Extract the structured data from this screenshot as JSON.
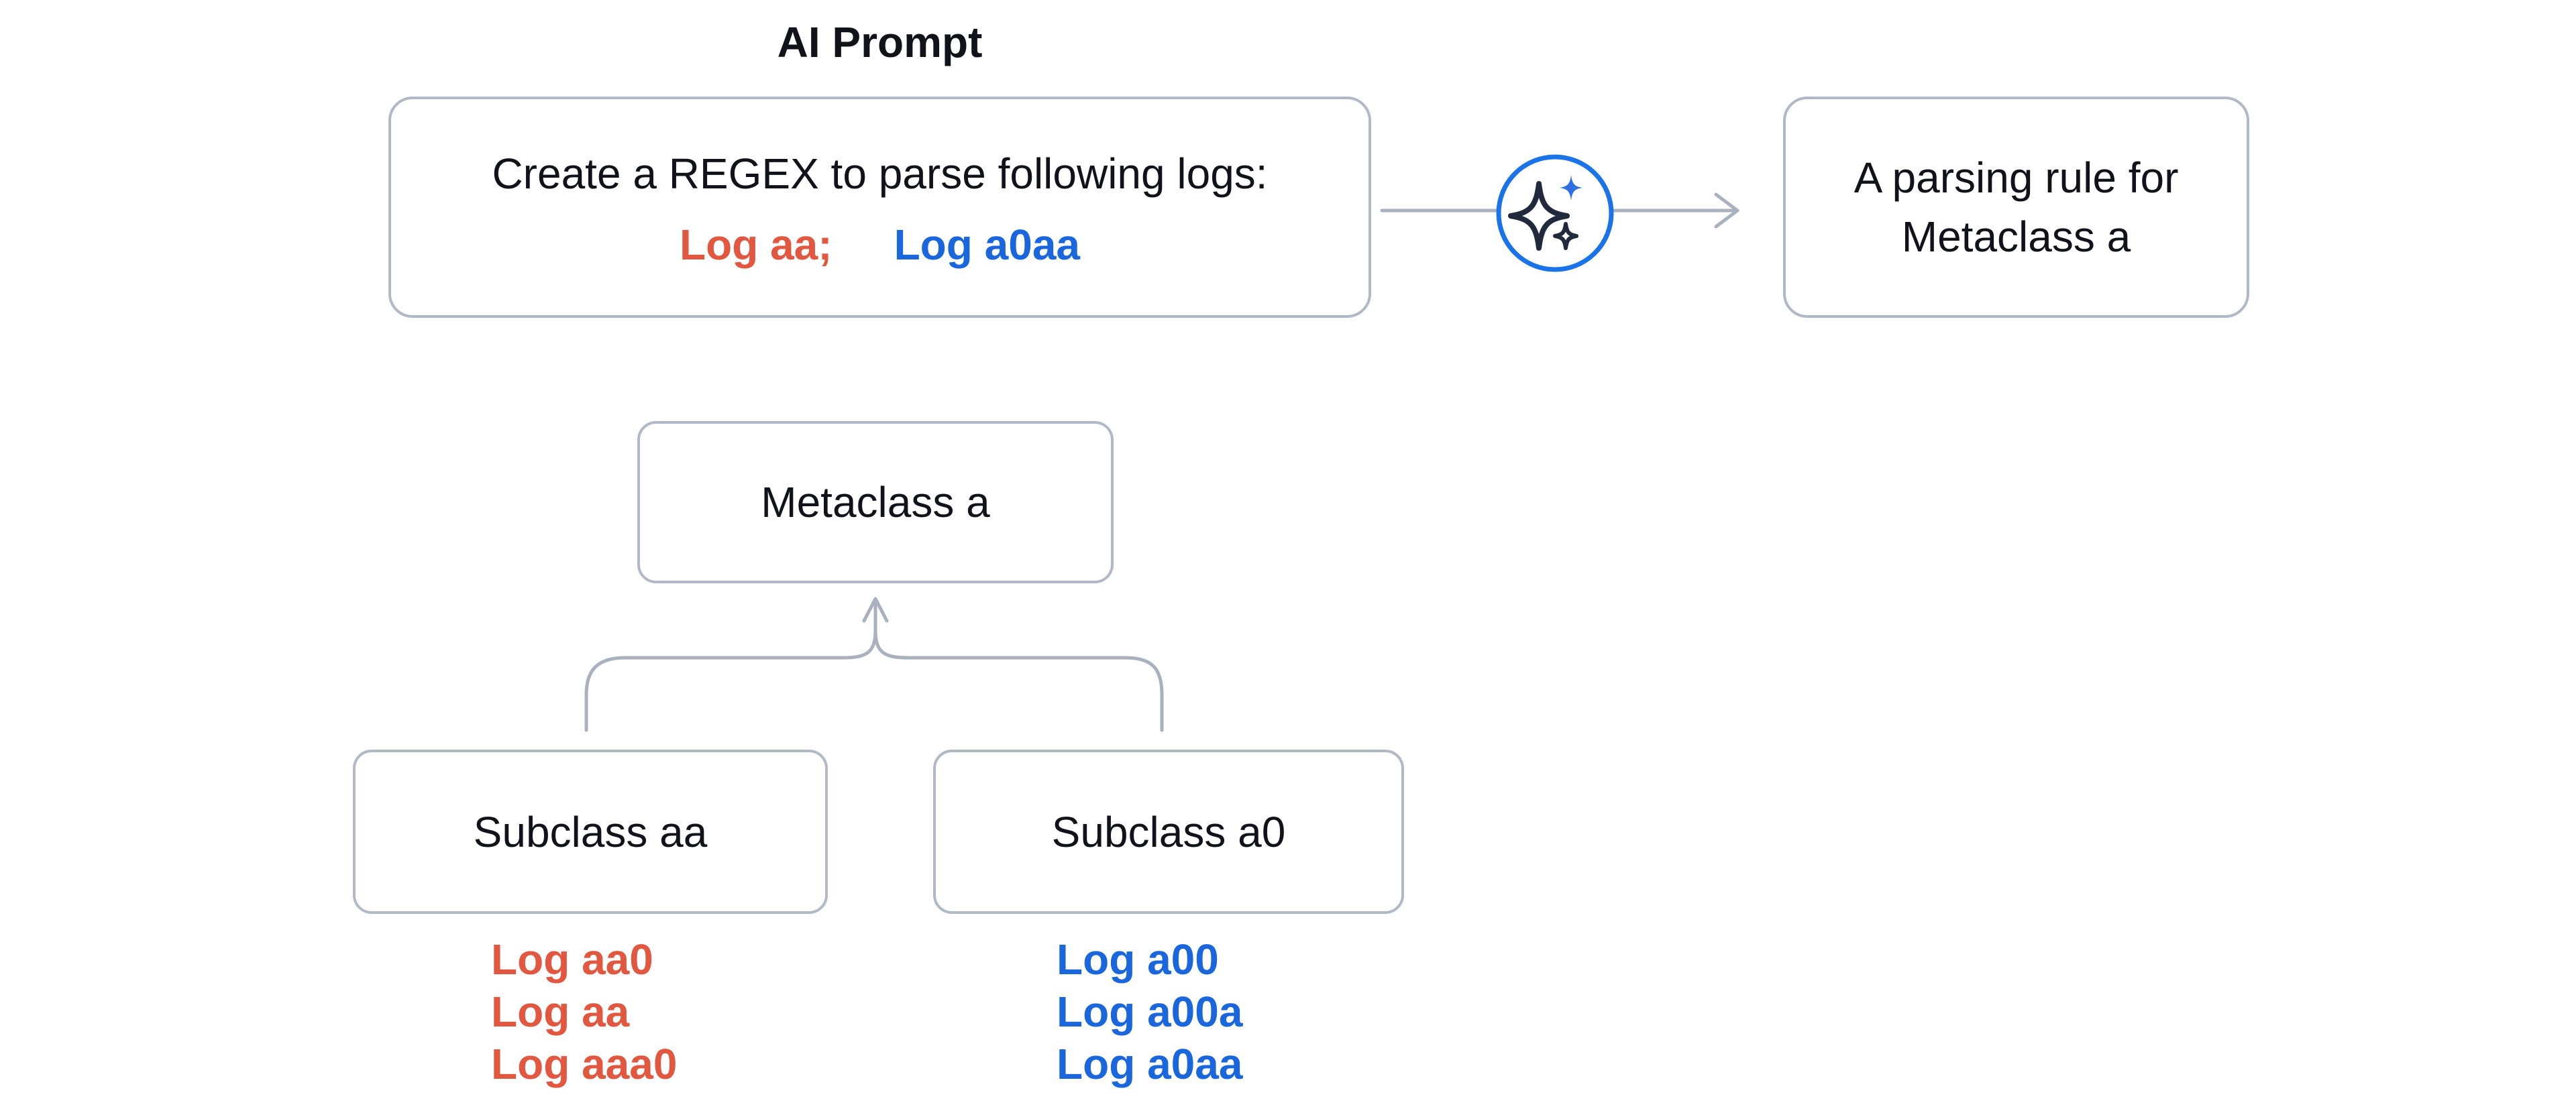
{
  "title": "AI Prompt",
  "prompt_box": {
    "instruction": "Create a REGEX to parse following logs:",
    "log_red": "Log aa;",
    "log_blue": "Log a0aa"
  },
  "result_box": {
    "line1": "A parsing rule for",
    "line2": "Metaclass a"
  },
  "tree": {
    "metaclass": {
      "label": "Metaclass a"
    },
    "subclasses": [
      {
        "label": "Subclass aa",
        "logs": [
          "Log aa0",
          "Log aa",
          "Log aaa0"
        ]
      },
      {
        "label": "Subclass a0",
        "logs": [
          "Log a00",
          "Log a00a",
          "Log a0aa"
        ]
      }
    ]
  },
  "icons": {
    "sparkle": "ai-sparkle-icon",
    "arrow_right": "arrow-right-icon",
    "arrow_up": "arrow-up-icon"
  },
  "colors": {
    "text": "#10131A",
    "red": "#E2573F",
    "blue": "#1A66DD",
    "box_border": "#B2B9C6",
    "connector": "#A9B1BE",
    "circle_blue": "#1A73E8",
    "star_dark": "#202A3C",
    "star_blue": "#2F6FE4"
  }
}
